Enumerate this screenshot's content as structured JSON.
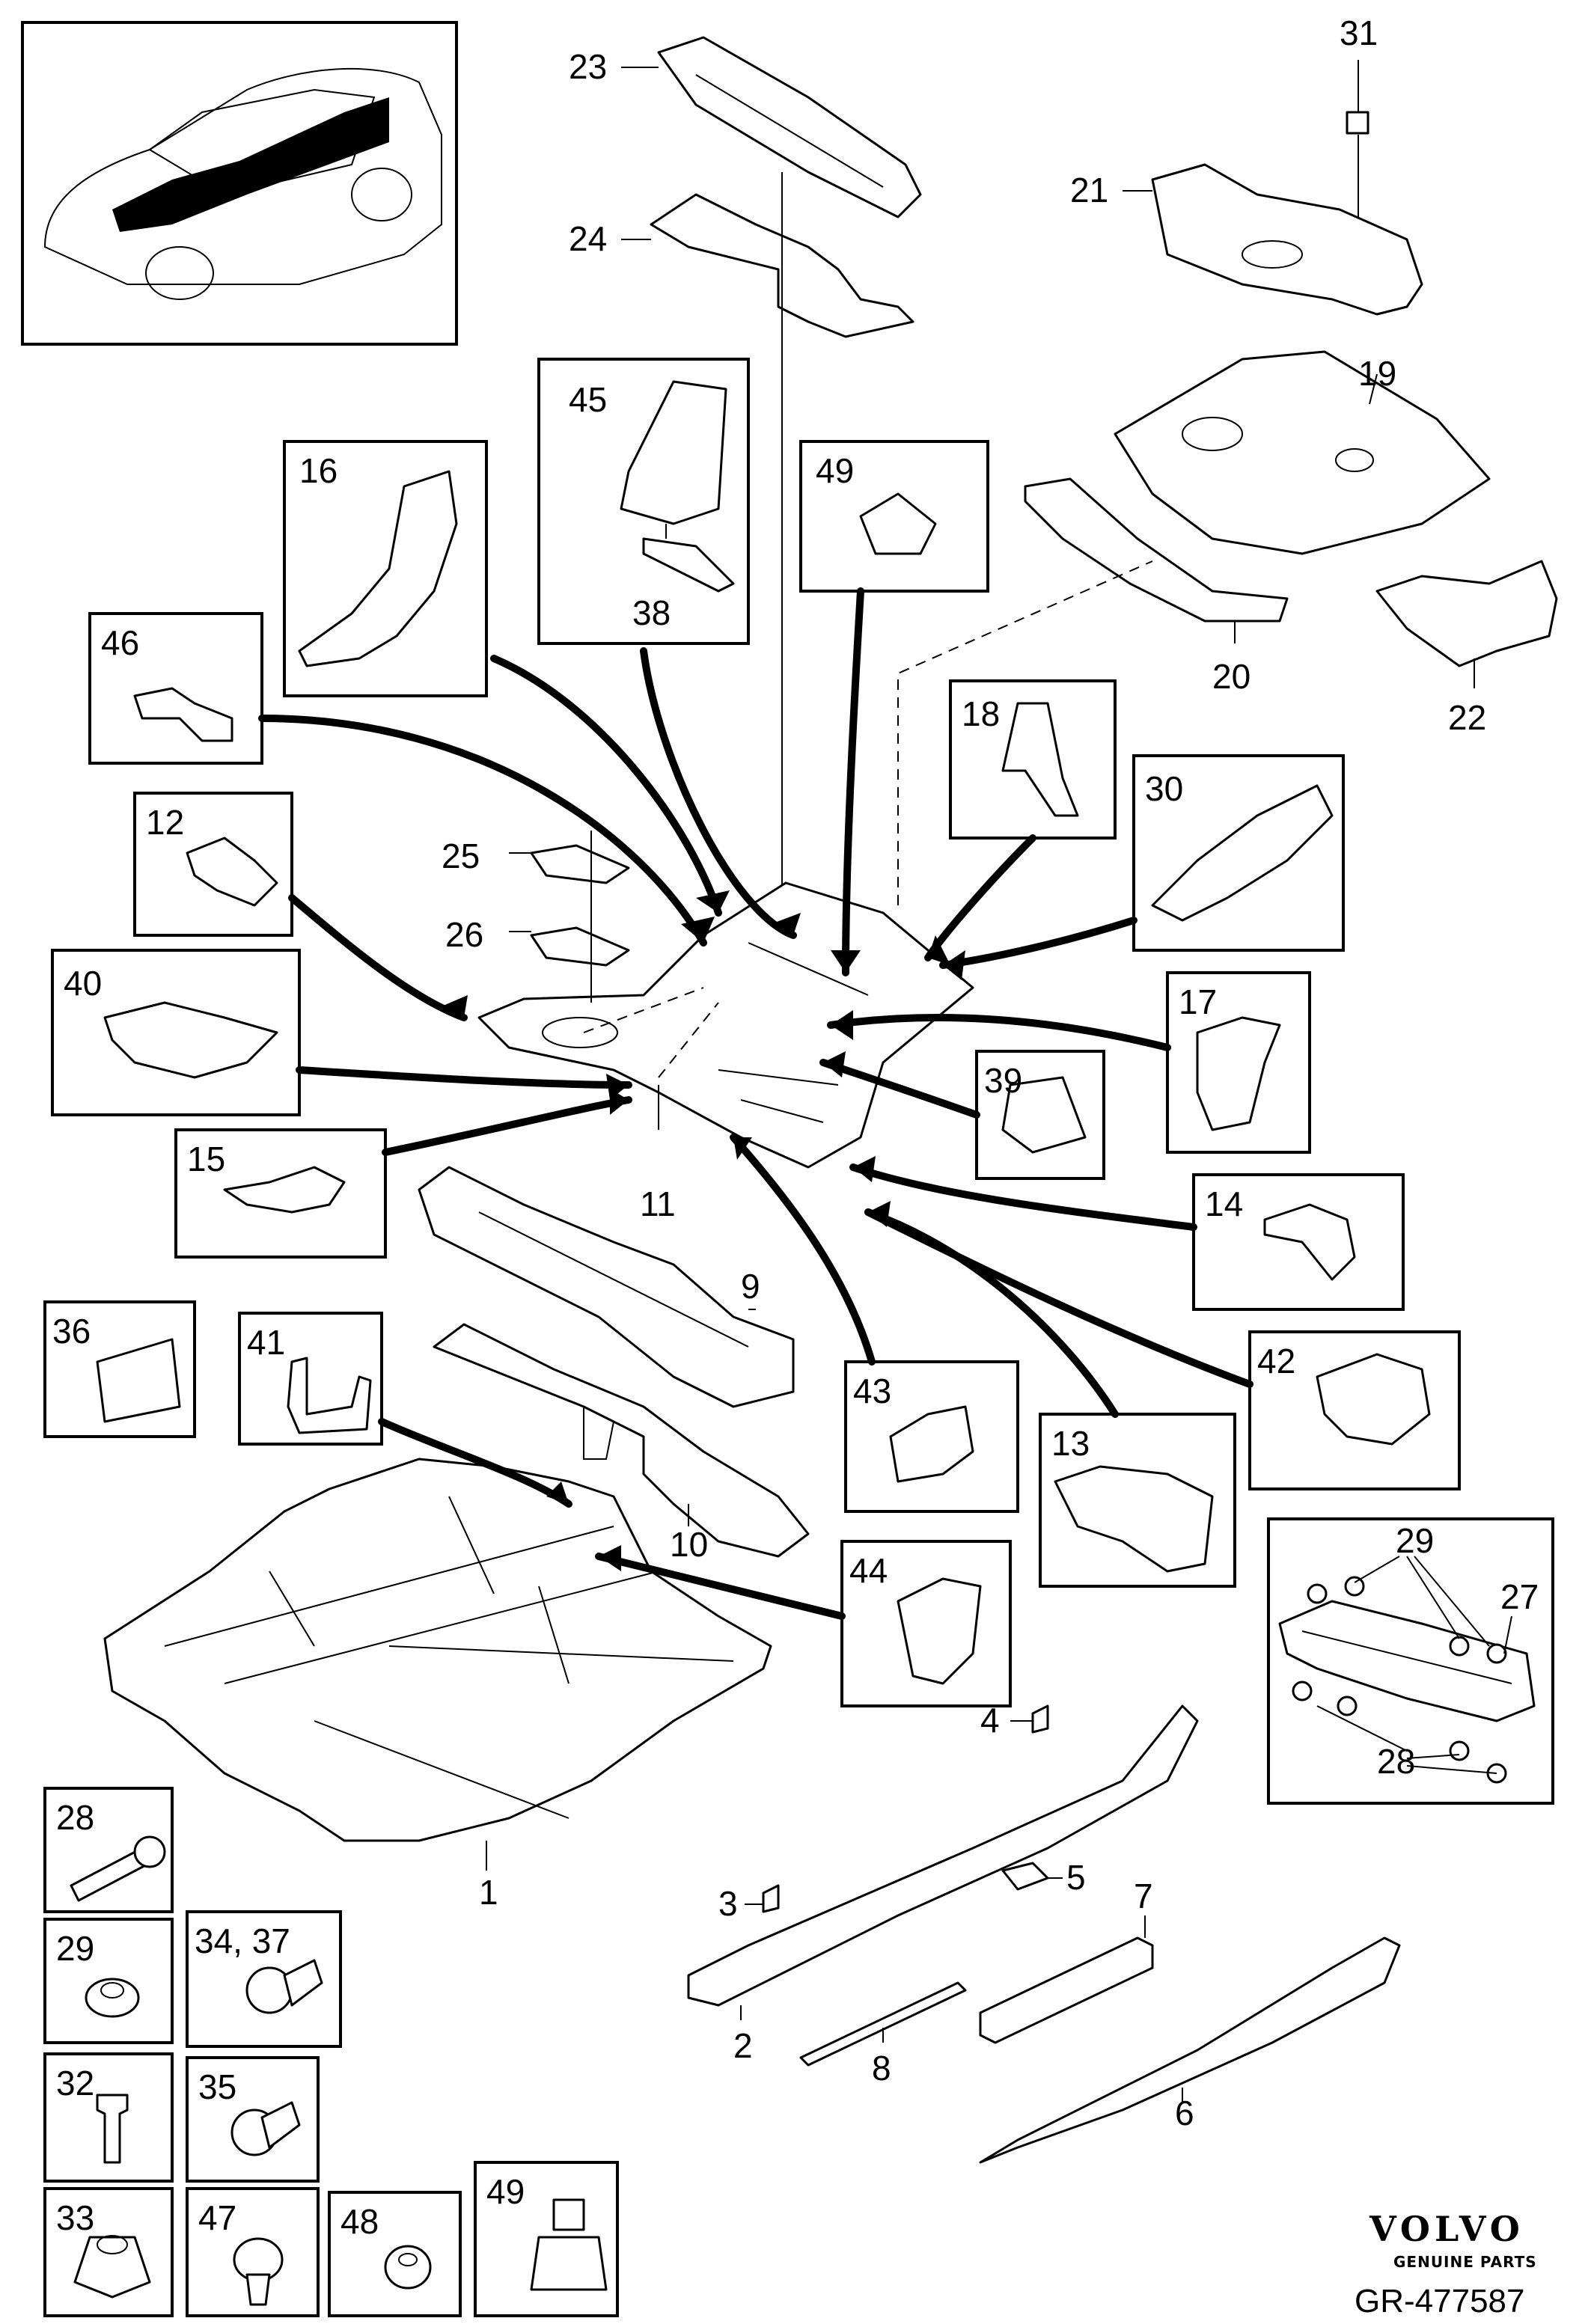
{
  "callouts": {
    "c1": "1",
    "c2": "2",
    "c3": "3",
    "c4": "4",
    "c5": "5",
    "c6": "6",
    "c7": "7",
    "c8": "8",
    "c9": "9",
    "c10": "10",
    "c11": "11",
    "c12": "12",
    "c13": "13",
    "c14": "14",
    "c15": "15",
    "c16": "16",
    "c17": "17",
    "c18": "18",
    "c19": "19",
    "c20": "20",
    "c21": "21",
    "c22": "22",
    "c23": "23",
    "c24": "24",
    "c25": "25",
    "c26": "26",
    "c27": "27",
    "c28": "28",
    "c28b": "28",
    "c29": "29",
    "c29b": "29",
    "c30": "30",
    "c31": "31",
    "c32": "32",
    "c33": "33",
    "c34_37": "34, 37",
    "c35": "35",
    "c36": "36",
    "c38": "38",
    "c39": "39",
    "c40": "40",
    "c41": "41",
    "c42": "42",
    "c43": "43",
    "c44": "44",
    "c45": "45",
    "c46": "46",
    "c47": "47",
    "c48": "48",
    "c49": "49",
    "c49b": "49"
  },
  "brand": {
    "name": "VOLVO",
    "tagline": "GENUINE PARTS",
    "reference": "GR-477587"
  }
}
